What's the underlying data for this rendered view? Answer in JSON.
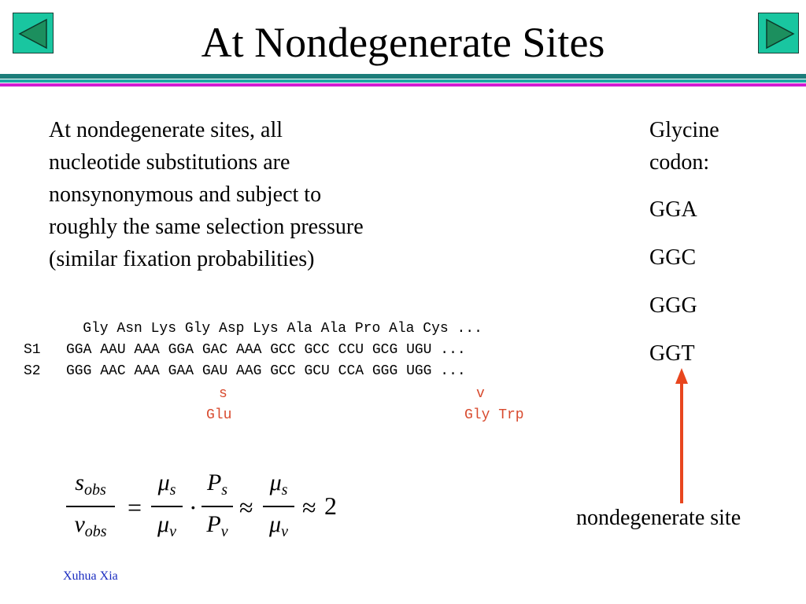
{
  "title": "At Nondegenerate Sites",
  "body_lines": [
    "At nondegenerate sites, all",
    "nucleotide substitutions are",
    "nonsynonymous and subject to",
    "roughly the same selection pressure",
    "(similar fixation probabilities)"
  ],
  "codon_heading": [
    "Glycine",
    "codon:"
  ],
  "codons": [
    "GGA",
    "GGC",
    "GGG",
    "GGT"
  ],
  "alignment": {
    "aa_row": "    Gly Asn Lys Gly Asp Lys Ala Ala Pro Ala Cys ...",
    "s1_row": "S1   GGA AAU AAA GGA GAC AAA GCC GCC CCU GCG UGU ...",
    "s2_row": "S2   GGG AAC AAA GAA GAU AAG GCC GCU CCA GGG UGG ...",
    "mark_s": "s",
    "mark_v": "v",
    "glu": "Glu",
    "gly_trp": "Gly Trp"
  },
  "formula": {
    "num1": "s",
    "num1_sub": "obs",
    "den1": "v",
    "den1_sub": "obs",
    "eq": "=",
    "mu": "μ",
    "sub_s": "s",
    "sub_v": "v",
    "dot": "·",
    "P": "P",
    "approx": "≈",
    "result": "2"
  },
  "site_label": "nondegenerate site",
  "author": "Xuhua Xia",
  "colors": {
    "nav_button": "#19c6a0",
    "rule_teal": "#1c7d7a",
    "rule_magenta": "#d21cd2",
    "annotation_red": "#d84a2e",
    "arrow": "#e8461e",
    "author_blue": "#1a2cc0"
  },
  "icons": {
    "prev": "triangle-left-icon",
    "next": "triangle-right-icon"
  }
}
